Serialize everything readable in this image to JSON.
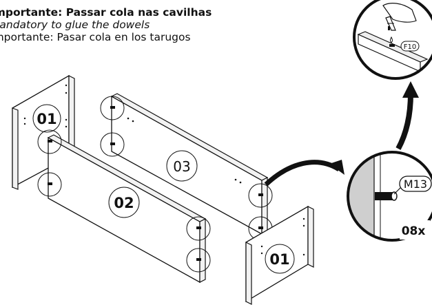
{
  "instructions": {
    "pt": "Importante: Passar cola nas cavilhas",
    "en": "Mandatory to glue the dowels",
    "es": "Importante: Pasar cola en los tarugos"
  },
  "parts": {
    "side_panel_left": "01",
    "front_panel": "02",
    "back_panel": "03",
    "side_panel_right": "01"
  },
  "detail": {
    "dowel_code": "M13",
    "quantity": "08x",
    "glue_code": "F10"
  }
}
